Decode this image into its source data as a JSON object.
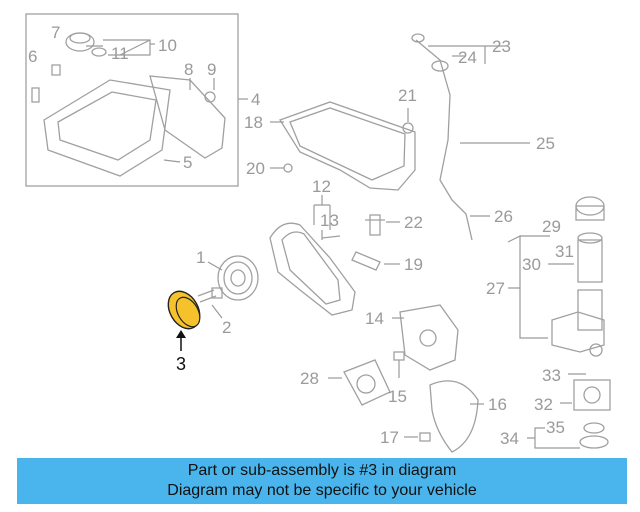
{
  "diagram": {
    "highlight_color": "#f6c22c",
    "callouts": [
      "1",
      "2",
      "3",
      "4",
      "5",
      "6",
      "7",
      "8",
      "9",
      "10",
      "11",
      "12",
      "13",
      "14",
      "15",
      "16",
      "17",
      "18",
      "19",
      "20",
      "21",
      "22",
      "23",
      "24",
      "25",
      "26",
      "27",
      "28",
      "29",
      "30",
      "31",
      "32",
      "33",
      "34",
      "35"
    ]
  },
  "banner": {
    "line1": "Part or sub-assembly is #3 in diagram",
    "line2": "Diagram may not be specific to your vehicle",
    "background": "#4ab5ec"
  }
}
